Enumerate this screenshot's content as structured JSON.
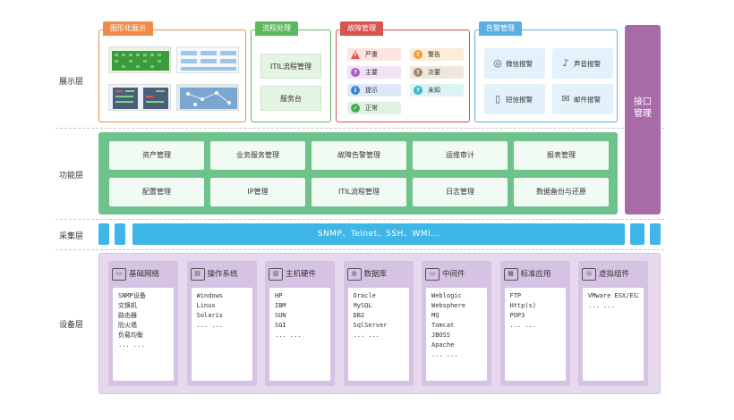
{
  "layers": {
    "display": "展示层",
    "function": "功能层",
    "collect": "采集层",
    "device": "设备层"
  },
  "display": {
    "graph": {
      "title": "图形化展示"
    },
    "flow": {
      "title": "流程处理",
      "items": [
        "ITIL流程管理",
        "服务台"
      ]
    },
    "fault": {
      "title": "故障管理",
      "items": [
        {
          "label": "严重",
          "icon": "warning-triangle-icon",
          "color": "#e8534a",
          "bg": "#fde3e1"
        },
        {
          "label": "警告",
          "icon": "exclamation-icon",
          "color": "#f0a03c",
          "bg": "#fdecd7"
        },
        {
          "label": "主要",
          "icon": "question-icon",
          "color": "#a65bc0",
          "bg": "#f1e2f6"
        },
        {
          "label": "次要",
          "icon": "exclamation-icon",
          "color": "#a38a6d",
          "bg": "#efe7dc"
        },
        {
          "label": "提示",
          "icon": "info-icon",
          "color": "#3a7fd0",
          "bg": "#dde9f8"
        },
        {
          "label": "未知",
          "icon": "question-icon",
          "color": "#35b7c8",
          "bg": "#dbf3f5"
        },
        {
          "label": "正常",
          "icon": "check-icon",
          "color": "#3fae52",
          "bg": "#dff2e2"
        }
      ]
    },
    "alarm": {
      "title": "告警管理",
      "items": [
        {
          "label": "微信报警",
          "icon": "wechat-icon"
        },
        {
          "label": "声音报警",
          "icon": "microphone-icon"
        },
        {
          "label": "短信报警",
          "icon": "phone-icon"
        },
        {
          "label": "邮件报警",
          "icon": "mail-icon"
        }
      ]
    }
  },
  "interface": "接口管理",
  "functions": [
    "资产管理",
    "业务服务管理",
    "故障告警管理",
    "运维审计",
    "报表管理",
    "配置管理",
    "IP管理",
    "ITIL流程管理",
    "日志管理",
    "数据备份与还原"
  ],
  "collect_text": "SNMP、Telnet、SSH、WMI...",
  "devices": [
    {
      "title": "基础网络",
      "icon": "network-icon",
      "items": [
        "SNMP设备",
        "交换机",
        "路由器",
        "防火墙",
        "负载均衡",
        "... ..."
      ]
    },
    {
      "title": "操作系统",
      "icon": "os-icon",
      "items": [
        "Windows",
        "Linux",
        "Solaris",
        "... ..."
      ]
    },
    {
      "title": "主机硬件",
      "icon": "server-icon",
      "items": [
        "HP",
        "IBM",
        "SUN",
        "SGI",
        "... ..."
      ]
    },
    {
      "title": "数据库",
      "icon": "database-icon",
      "items": [
        "Oracle",
        "MySQL",
        "DB2",
        "SqlServer",
        "... ..."
      ]
    },
    {
      "title": "中间件",
      "icon": "middleware-icon",
      "items": [
        "Weblogic",
        "Websphere",
        "MQ",
        "Tomcat",
        "JBOSS",
        "Apache",
        "... ..."
      ]
    },
    {
      "title": "标准应用",
      "icon": "apps-icon",
      "items": [
        "FTP",
        "Http(s)",
        "POP3",
        "... ..."
      ]
    },
    {
      "title": "虚拟组件",
      "icon": "virtual-icon",
      "items": [
        "VMware ESX/ESXi",
        "... ..."
      ]
    }
  ]
}
